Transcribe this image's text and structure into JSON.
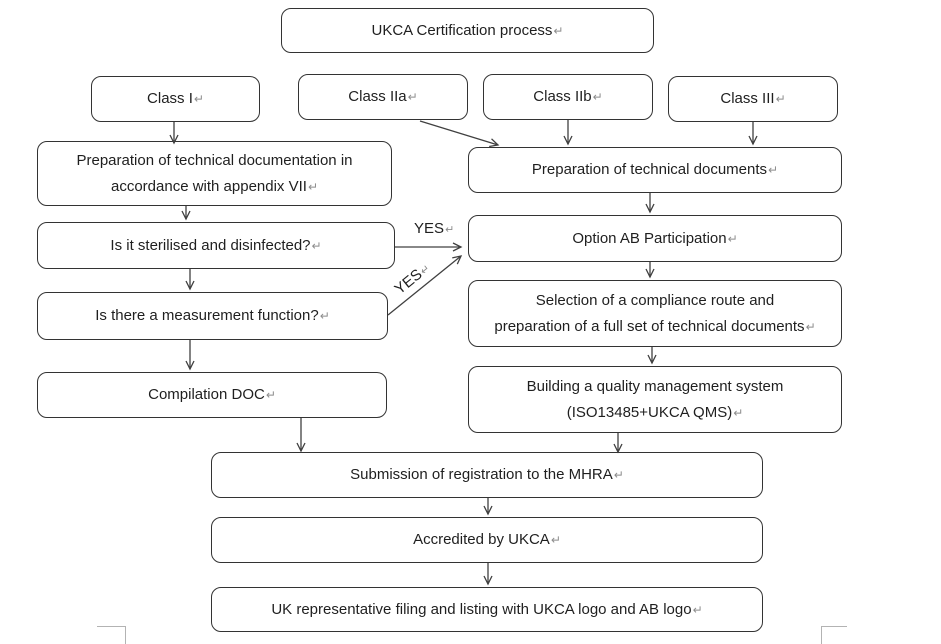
{
  "document_title": "UKCA Certification process flowchart",
  "return_mark": "↵",
  "nodes": {
    "title": {
      "label": "UKCA Certification process"
    },
    "class_i": {
      "label": "Class I"
    },
    "class_iia": {
      "label": "Class IIa"
    },
    "class_iib": {
      "label": "Class IIb"
    },
    "class_iii": {
      "label": "Class III"
    },
    "prep_doc_left": {
      "label": "Preparation of technical documentation in\naccordance with appendix VII"
    },
    "sterilised": {
      "label": "Is it sterilised and disinfected?"
    },
    "measurement": {
      "label": "Is there a measurement function?"
    },
    "compilation": {
      "label": "Compilation DOC"
    },
    "prep_doc_right": {
      "label": "Preparation of technical documents"
    },
    "option_ab": {
      "label": "Option AB Participation"
    },
    "selection": {
      "label": "Selection of a compliance route and\npreparation of a full set of technical documents"
    },
    "qms": {
      "label": "Building a quality management system\n(ISO13485+UKCA QMS)"
    },
    "submission": {
      "label": "Submission of registration to the MHRA"
    },
    "accredited": {
      "label": "Accredited by UKCA"
    },
    "uk_rep": {
      "label": "UK representative filing and listing with UKCA logo and AB logo"
    }
  },
  "edges": [
    {
      "from": "class_i",
      "to": "prep_doc_left"
    },
    {
      "from": "class_iia",
      "to": "prep_doc_right"
    },
    {
      "from": "class_iib",
      "to": "prep_doc_right"
    },
    {
      "from": "class_iii",
      "to": "prep_doc_right"
    },
    {
      "from": "prep_doc_left",
      "to": "sterilised"
    },
    {
      "from": "sterilised",
      "to": "measurement"
    },
    {
      "from": "measurement",
      "to": "compilation"
    },
    {
      "from": "compilation",
      "to": "submission"
    },
    {
      "from": "prep_doc_right",
      "to": "option_ab"
    },
    {
      "from": "option_ab",
      "to": "selection"
    },
    {
      "from": "selection",
      "to": "qms"
    },
    {
      "from": "qms",
      "to": "submission"
    },
    {
      "from": "sterilised",
      "to": "option_ab",
      "label": "YES"
    },
    {
      "from": "measurement",
      "to": "option_ab",
      "label": "YES"
    },
    {
      "from": "submission",
      "to": "accredited"
    },
    {
      "from": "accredited",
      "to": "uk_rep"
    }
  ],
  "colors": {
    "background": "#ffffff",
    "box_border": "#333333",
    "text": "#1f1f1f",
    "arrow": "#404040",
    "return_mark": "#8c8c8c",
    "margin_mark": "#b3b3b3"
  }
}
